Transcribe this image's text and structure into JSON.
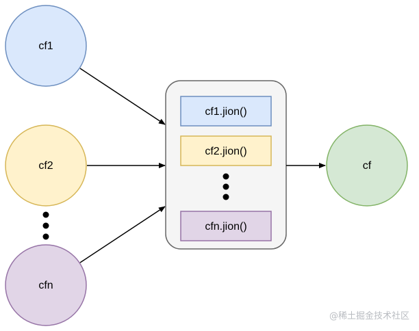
{
  "nodes": {
    "cf1": {
      "label": "cf1",
      "fill": "#dae8fc",
      "stroke": "#6c8ebf"
    },
    "cf2": {
      "label": "cf2",
      "fill": "#fff2cc",
      "stroke": "#d6b656"
    },
    "cfn": {
      "label": "cfn",
      "fill": "#e1d5e7",
      "stroke": "#9673a6"
    },
    "cf": {
      "label": "cf",
      "fill": "#d5e8d4",
      "stroke": "#82b366"
    }
  },
  "join_box": {
    "fill": "#f5f5f5",
    "stroke": "#666666",
    "items": [
      {
        "label": "cf1.jion()",
        "fill": "#dae8fc",
        "stroke": "#6c8ebf"
      },
      {
        "label": "cf2.jion()",
        "fill": "#fff2cc",
        "stroke": "#d6b656"
      },
      {
        "label": "cfn.jion()",
        "fill": "#e1d5e7",
        "stroke": "#9673a6"
      }
    ]
  },
  "colors": {
    "arrow": "#000000",
    "ellipsis_dots": "#000000"
  },
  "watermark": "@稀土掘金技术社区"
}
